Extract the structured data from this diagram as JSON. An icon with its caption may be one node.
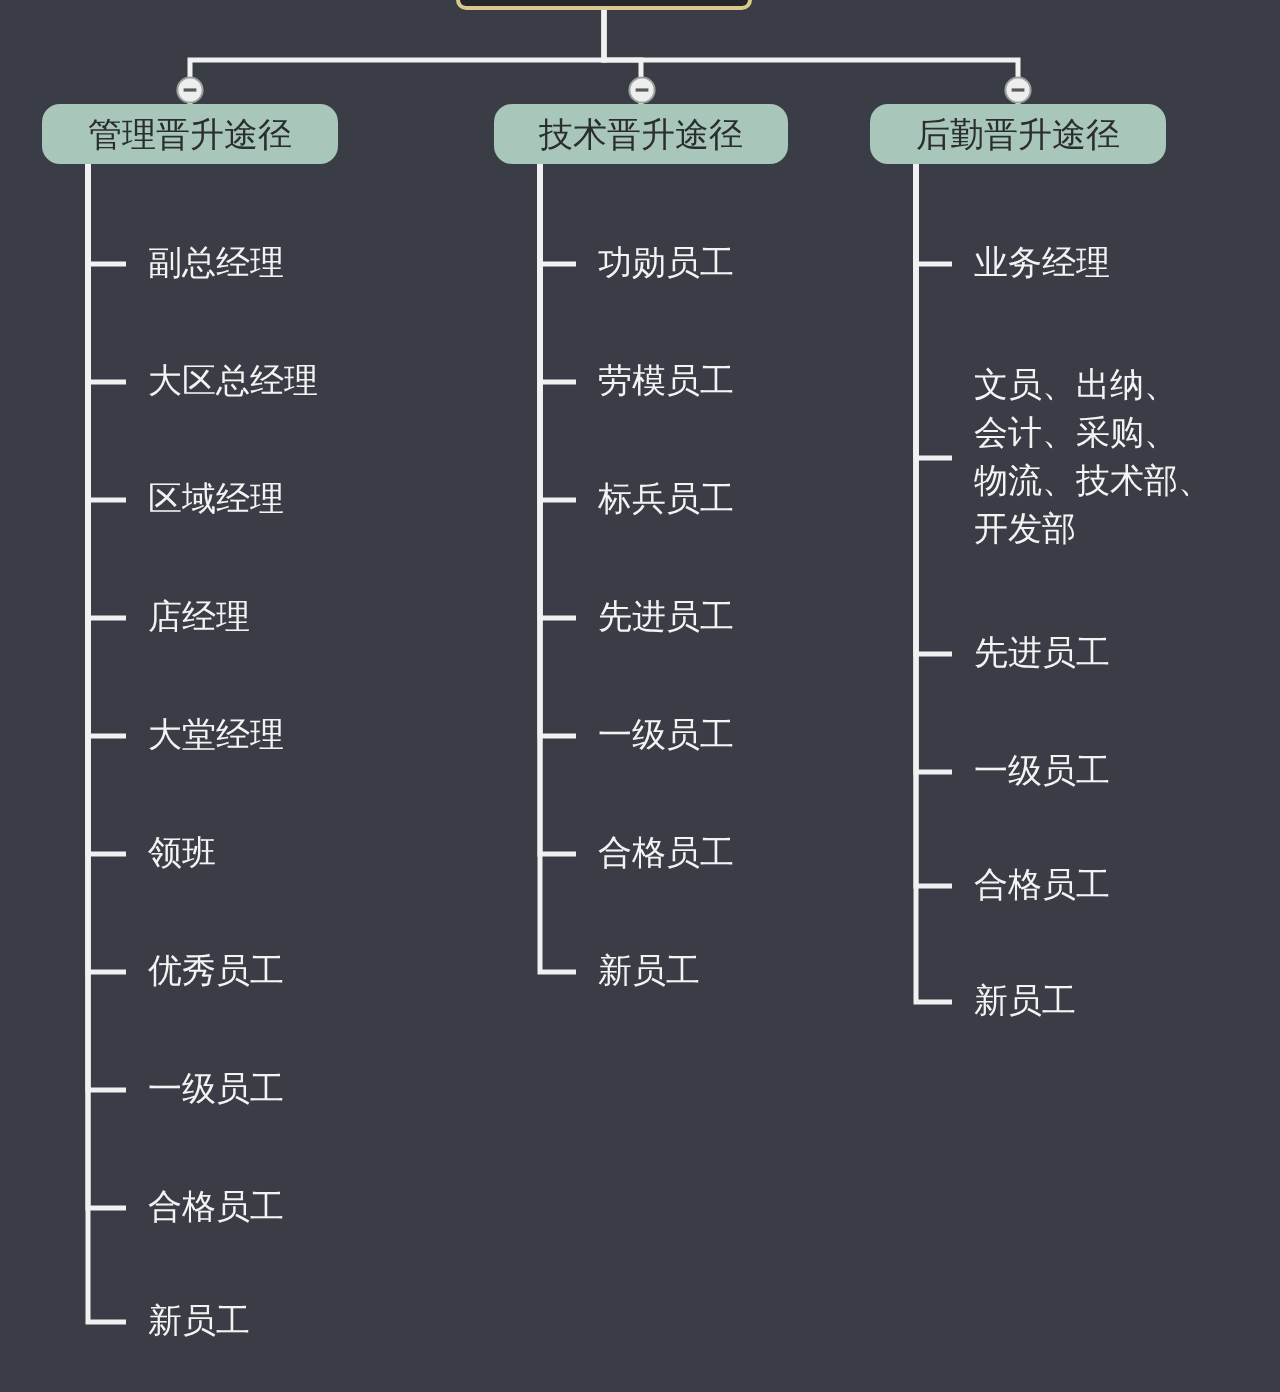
{
  "diagram": {
    "nodes": [
      {
        "text": [],
        "shape": "box"
      },
      {
        "text": [
          "管理晋升途径"
        ]
      },
      {
        "text": [
          "技术晋升途径"
        ]
      },
      {
        "text": [
          "后勤晋升途径"
        ]
      },
      {
        "text": [
          "副总经理"
        ]
      },
      {
        "text": [
          "大区总经理"
        ]
      },
      {
        "text": [
          "区域经理"
        ]
      },
      {
        "text": [
          "店经理"
        ]
      },
      {
        "text": [
          "大堂经理"
        ]
      },
      {
        "text": [
          "领班"
        ]
      },
      {
        "text": [
          "优秀员工"
        ]
      },
      {
        "text": [
          "一级员工"
        ]
      },
      {
        "text": [
          "合格员工"
        ]
      },
      {
        "text": [
          "新员工"
        ]
      },
      {
        "text": [
          "功勋员工"
        ]
      },
      {
        "text": [
          "劳模员工"
        ]
      },
      {
        "text": [
          "标兵员工"
        ]
      },
      {
        "text": [
          "先进员工"
        ]
      },
      {
        "text": [
          "一级员工"
        ]
      },
      {
        "text": [
          "合格员工"
        ]
      },
      {
        "text": [
          "新员工"
        ]
      },
      {
        "text": [
          "业务经理"
        ]
      },
      {
        "text": [
          "文员、出纳、会计、采购、物流、技术部、开发部"
        ]
      },
      {
        "text": [
          "先进员工"
        ]
      },
      {
        "text": [
          "一级员工"
        ]
      },
      {
        "text": [
          "合格员工"
        ]
      },
      {
        "text": [
          "新员工"
        ]
      }
    ],
    "edges": [
      {
        "from": 0,
        "to": 1,
        "arrow": "none"
      },
      {
        "from": 0,
        "to": 2,
        "arrow": "none"
      },
      {
        "from": 0,
        "to": 3,
        "arrow": "none"
      },
      {
        "from": 1,
        "to": 4,
        "arrow": "none"
      },
      {
        "from": 1,
        "to": 5,
        "arrow": "none"
      },
      {
        "from": 1,
        "to": 6,
        "arrow": "none"
      },
      {
        "from": 1,
        "to": 7,
        "arrow": "none"
      },
      {
        "from": 1,
        "to": 8,
        "arrow": "none"
      },
      {
        "from": 1,
        "to": 9,
        "arrow": "none"
      },
      {
        "from": 1,
        "to": 10,
        "arrow": "none"
      },
      {
        "from": 1,
        "to": 11,
        "arrow": "none"
      },
      {
        "from": 1,
        "to": 12,
        "arrow": "none"
      },
      {
        "from": 1,
        "to": 13,
        "arrow": "none"
      },
      {
        "from": 2,
        "to": 14,
        "arrow": "none"
      },
      {
        "from": 2,
        "to": 15,
        "arrow": "none"
      },
      {
        "from": 2,
        "to": 16,
        "arrow": "none"
      },
      {
        "from": 2,
        "to": 17,
        "arrow": "none"
      },
      {
        "from": 2,
        "to": 18,
        "arrow": "none"
      },
      {
        "from": 2,
        "to": 19,
        "arrow": "none"
      },
      {
        "from": 2,
        "to": 20,
        "arrow": "none"
      },
      {
        "from": 3,
        "to": 21,
        "arrow": "none"
      },
      {
        "from": 3,
        "to": 22,
        "arrow": "none"
      },
      {
        "from": 3,
        "to": 23,
        "arrow": "none"
      },
      {
        "from": 3,
        "to": 24,
        "arrow": "none"
      },
      {
        "from": 3,
        "to": 25,
        "arrow": "none"
      },
      {
        "from": 3,
        "to": 26,
        "arrow": "none"
      }
    ]
  }
}
